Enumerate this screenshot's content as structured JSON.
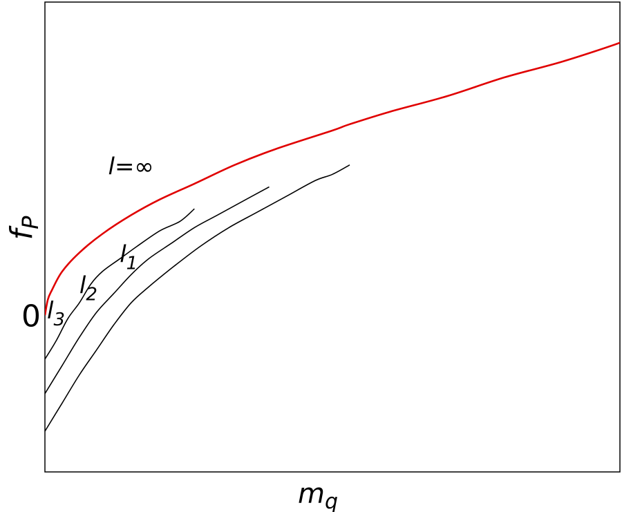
{
  "chart_data": {
    "type": "line",
    "title": "",
    "xlabel": "m_q",
    "ylabel": "f_P",
    "xlim": [
      0,
      1
    ],
    "ylim": [
      -0.5,
      1.0
    ],
    "y_ticks": [
      {
        "value": 0,
        "label": "0"
      }
    ],
    "grid": false,
    "legend": "none",
    "series": [
      {
        "name": "l=∞",
        "color": "#e00000",
        "points": [
          [
            0.0,
            0.0
          ],
          [
            0.005,
            0.05
          ],
          [
            0.012,
            0.08
          ],
          [
            0.03,
            0.14
          ],
          [
            0.06,
            0.2
          ],
          [
            0.1,
            0.26
          ],
          [
            0.15,
            0.32
          ],
          [
            0.2,
            0.37
          ],
          [
            0.26,
            0.42
          ],
          [
            0.33,
            0.48
          ],
          [
            0.4,
            0.53
          ],
          [
            0.5,
            0.59
          ],
          [
            0.53,
            0.61
          ],
          [
            0.6,
            0.65
          ],
          [
            0.7,
            0.7
          ],
          [
            0.8,
            0.76
          ],
          [
            0.9,
            0.81
          ],
          [
            1.0,
            0.87
          ],
          [
            1.006,
            0.88
          ]
        ]
      },
      {
        "name": "l3",
        "color": "#000000",
        "points": [
          [
            0.0,
            -0.14
          ],
          [
            0.02,
            -0.08
          ],
          [
            0.04,
            -0.01
          ],
          [
            0.06,
            0.04
          ],
          [
            0.08,
            0.1
          ],
          [
            0.1,
            0.14
          ],
          [
            0.13,
            0.18
          ],
          [
            0.16,
            0.22
          ],
          [
            0.2,
            0.27
          ],
          [
            0.235,
            0.3
          ],
          [
            0.26,
            0.34
          ]
        ]
      },
      {
        "name": "l2",
        "color": "#000000",
        "points": [
          [
            0.0,
            -0.25
          ],
          [
            0.03,
            -0.16
          ],
          [
            0.06,
            -0.07
          ],
          [
            0.09,
            0.01
          ],
          [
            0.12,
            0.07
          ],
          [
            0.15,
            0.13
          ],
          [
            0.18,
            0.18
          ],
          [
            0.22,
            0.23
          ],
          [
            0.26,
            0.28
          ],
          [
            0.3,
            0.32
          ],
          [
            0.35,
            0.37
          ],
          [
            0.39,
            0.41
          ]
        ]
      },
      {
        "name": "l1",
        "color": "#000000",
        "points": [
          [
            0.0,
            -0.37
          ],
          [
            0.03,
            -0.28
          ],
          [
            0.06,
            -0.19
          ],
          [
            0.09,
            -0.11
          ],
          [
            0.12,
            -0.03
          ],
          [
            0.15,
            0.04
          ],
          [
            0.18,
            0.09
          ],
          [
            0.22,
            0.15
          ],
          [
            0.27,
            0.22
          ],
          [
            0.32,
            0.28
          ],
          [
            0.37,
            0.33
          ],
          [
            0.42,
            0.38
          ],
          [
            0.47,
            0.43
          ],
          [
            0.5,
            0.45
          ],
          [
            0.53,
            0.48
          ]
        ]
      }
    ],
    "annotations": [
      {
        "text": "l=∞",
        "x": 0.11,
        "y": 0.45
      },
      {
        "text": "l1",
        "x": 0.13,
        "y": 0.17
      },
      {
        "text": "l2",
        "x": 0.06,
        "y": 0.07
      },
      {
        "text": "l3",
        "x": 0.0,
        "y": -0.01
      }
    ]
  }
}
